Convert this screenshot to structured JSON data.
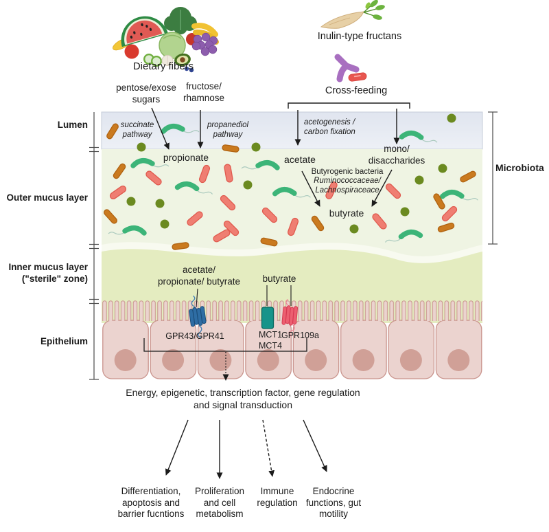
{
  "header": {
    "dietary_fibers": "Dietary fibers",
    "pentose_sugars": "pentose/exose\nsugars",
    "fructose_rhamnose": "fructose/\nrhamnose",
    "inulin_fructans": "Inulin-type fructans",
    "cross_feeding": "Cross-feeding"
  },
  "layer_labels": {
    "lumen": "Lumen",
    "outer_mucus": "Outer mucus layer",
    "inner_mucus": "Inner mucus layer\n(\"sterile\" zone)",
    "epithelium": "Epithelium",
    "microbiota": "Microbiota"
  },
  "pathway_labels": {
    "succinate": "succinate\npathway",
    "propanediol": "propanediol\npathway",
    "acetogenesis": "acetogenesis /\ncarbon fixation"
  },
  "metabolites": {
    "propionate": "propionate",
    "acetate": "acetate",
    "mono_disaccharides": "mono/\ndisaccharides",
    "butyrate": "butyrate",
    "butyrogenic_bacteria": "Butyrogenic bacteria",
    "butyrogenic_species": "Ruminococcaceae/\nLachnospiraceace"
  },
  "receptors": {
    "scfa_ligands": "acetate/\npropionate/ butyrate",
    "butyrate_ligand": "butyrate",
    "gpr43_gpr41": "GPR43/GPR41",
    "mct1_mct4": "MCT1\nMCT4",
    "gpr109a": "GPR109a"
  },
  "effects": {
    "summary": "Energy, epigenetic, transcription factor, gene regulation\nand signal transduction",
    "outcomes": [
      "Differentiation,\napoptosis and\nbarrier fucntions",
      "Proliferation\nand cell\nmetabolism",
      "Immune\nregulation",
      "Endocrine\nfunctions, gut\nmotility"
    ]
  },
  "icons": {
    "dietary-fibers-icon": "fruit and vegetable cluster",
    "inulin-root-icon": "chicory root with green leaves",
    "cross-feeding-icon": "branched purple bacterium with red rod bacterium",
    "green-curved-bacterium-icon": "green curved rod with flagellum",
    "salmon-rod-bacterium-icon": "salmon pink rod bacterium",
    "orange-rod-bacterium-icon": "orange rod bacterium",
    "green-coccus-icon": "olive green coccus",
    "gpr43-receptor-icon": "blue transmembrane receptor",
    "mct-transporter-icon": "teal transporter channel",
    "gpr109a-receptor-icon": "red transmembrane receptor"
  },
  "colors": {
    "lumen_band": "#e2e7f0",
    "outer_mucus": "#eff4e3",
    "mucus_wave": "#f8faf0",
    "inner_mucus": "#e4ecc0",
    "epithelium_cell": "#ebd3cf",
    "cell_nucleus": "#d0a097",
    "bacterium_green": "#3cb478",
    "bacterium_salmon": "#ef7e72",
    "bacterium_orange": "#ca7a1f",
    "bacterium_olive": "#6b8a20",
    "receptor_blue": "#2e6da4",
    "transporter_teal": "#17948a",
    "receptor_red": "#ec5f70",
    "cross_feeding_purple": "#a86fc0",
    "cross_feeding_red": "#e8564f",
    "text": "#1b1b1b"
  }
}
